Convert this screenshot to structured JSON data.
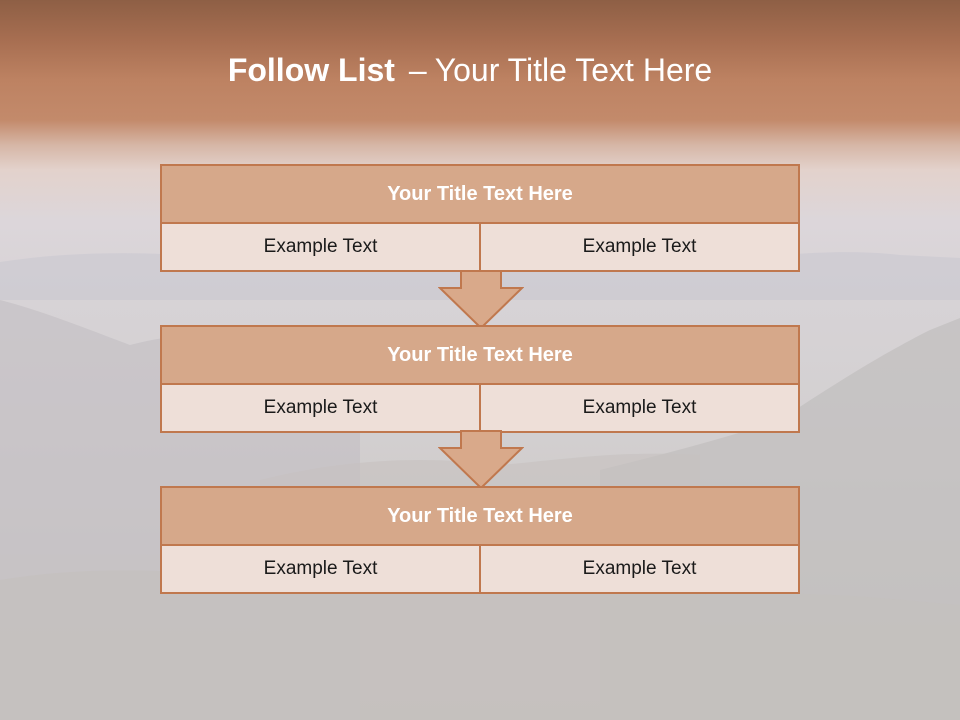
{
  "slide": {
    "title_bold": "Follow List",
    "title_sep": "–",
    "title_rest": "Your Title Text Here"
  },
  "steps": [
    {
      "title": "Your Title Text Here",
      "left": "Example Text",
      "right": "Example Text"
    },
    {
      "title": "Your Title Text Here",
      "left": "Example Text",
      "right": "Example Text"
    },
    {
      "title": "Your Title Text Here",
      "left": "Example Text",
      "right": "Example Text"
    }
  ],
  "colors": {
    "accent": "#c0784e",
    "header_fill": "#d6a88a",
    "cell_fill": "#eedfd8",
    "arrow_fill": "#d9a98a"
  }
}
